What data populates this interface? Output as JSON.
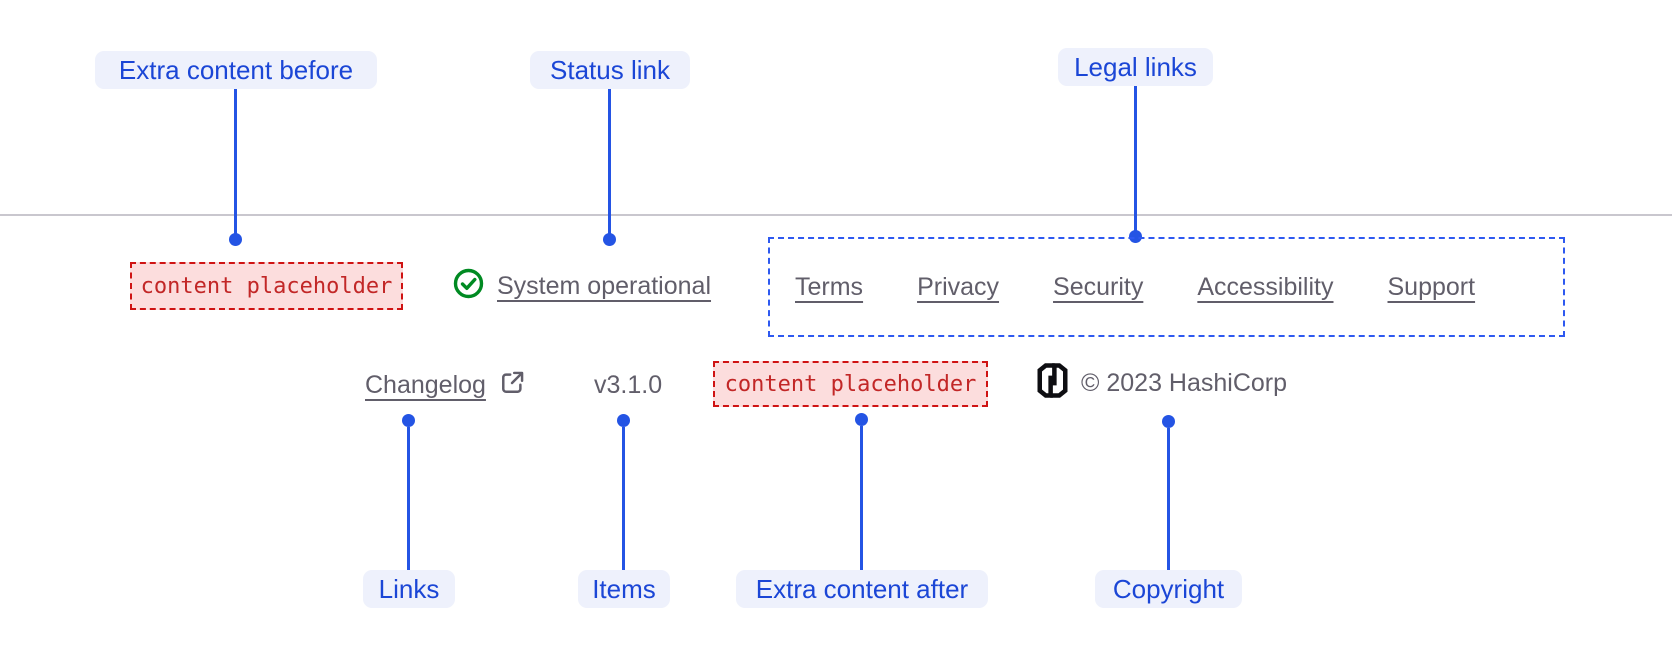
{
  "annotations": {
    "extra_content_before": "Extra content before",
    "status_link": "Status link",
    "legal_links": "Legal links",
    "links": "Links",
    "items": "Items",
    "extra_content_after": "Extra content after",
    "copyright": "Copyright"
  },
  "footer": {
    "extra_content_before_placeholder": "content placeholder",
    "status": {
      "label": "System operational"
    },
    "legal_links": [
      "Terms",
      "Privacy",
      "Security",
      "Accessibility",
      "Support"
    ],
    "links": {
      "changelog_label": "Changelog"
    },
    "version": "v3.1.0",
    "extra_content_after_placeholder": "content placeholder",
    "copyright_text": "© 2023 HashiCorp"
  },
  "icons": {
    "status": "check-circle-icon",
    "changelog": "external-link-icon",
    "brand": "hashicorp-logo"
  },
  "colors": {
    "annotation_blue": "#2454e4",
    "annotation_pill_bg": "#eef1fc",
    "annotation_pill_text": "#1b46d6",
    "legal_dashed_border": "#2e59f0",
    "placeholder_border": "#cf1313",
    "placeholder_bg": "#fcdddd",
    "placeholder_text": "#c22727",
    "link_gray": "#615e6a",
    "success_green": "#008a22",
    "logo_black": "#0e0e12",
    "divider_gray": "#c9c7ce"
  }
}
